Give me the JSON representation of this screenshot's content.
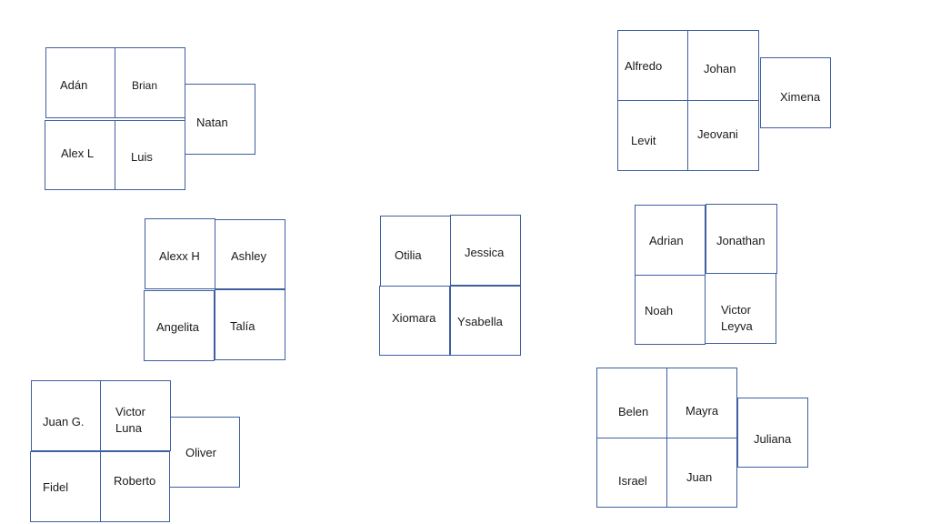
{
  "desks": {
    "adan": "Adán",
    "brian": "Brian",
    "natan": "Natan",
    "alex_l": "Alex L",
    "luis": "Luis",
    "alfredo": "Alfredo",
    "johan": "Johan",
    "ximena": "Ximena",
    "levit": "Levit",
    "jeovani": "Jeovani",
    "alexx_h": "Alexx H",
    "ashley": "Ashley",
    "angelita": "Angelita",
    "talia": "Talía",
    "otilia": "Otilia",
    "jessica": "Jessica",
    "xiomara": "Xiomara",
    "ysabella": "Ysabella",
    "adrian": "Adrian",
    "jonathan": "Jonathan",
    "noah": "Noah",
    "victor_leyva": "Victor",
    "victor_leyva_2": "Leyva",
    "juan_g": "Juan G.",
    "victor_luna": "Victor",
    "victor_luna_2": "Luna",
    "oliver": "Oliver",
    "fidel": "Fidel",
    "roberto": "Roberto",
    "belen": "Belen",
    "mayra": "Mayra",
    "juliana": "Juliana",
    "israel": "Israel",
    "juan": "Juan"
  },
  "colors": {
    "border": "#3f5f9f",
    "text": "#1a1a1a",
    "background": "#ffffff"
  }
}
